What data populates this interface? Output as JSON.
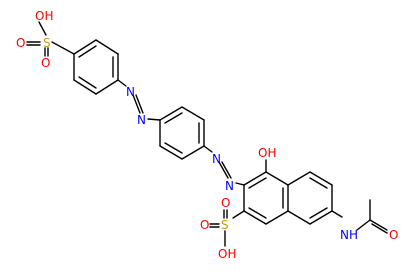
{
  "atom_labels": {
    "so3h_top_oh": "OH",
    "so3h_top_s": "S",
    "so3h_top_o1": "O",
    "so3h_top_o2": "O",
    "azo1_n1": "N",
    "azo1_n2": "N",
    "azo2_n1": "N",
    "azo2_n2": "N",
    "oh_oh": "OH",
    "so3h_bottom_s": "S",
    "so3h_bottom_o1": "O",
    "so3h_bottom_o2": "O",
    "so3h_bottom_oh": "OH",
    "nh": "NH",
    "acetyl_o": "O"
  },
  "colors": {
    "bond": "#000000",
    "oxygen": "#ff0000",
    "nitrogen": "#0000ff",
    "sulfur": "#c8a000",
    "background": "#ffffff"
  }
}
